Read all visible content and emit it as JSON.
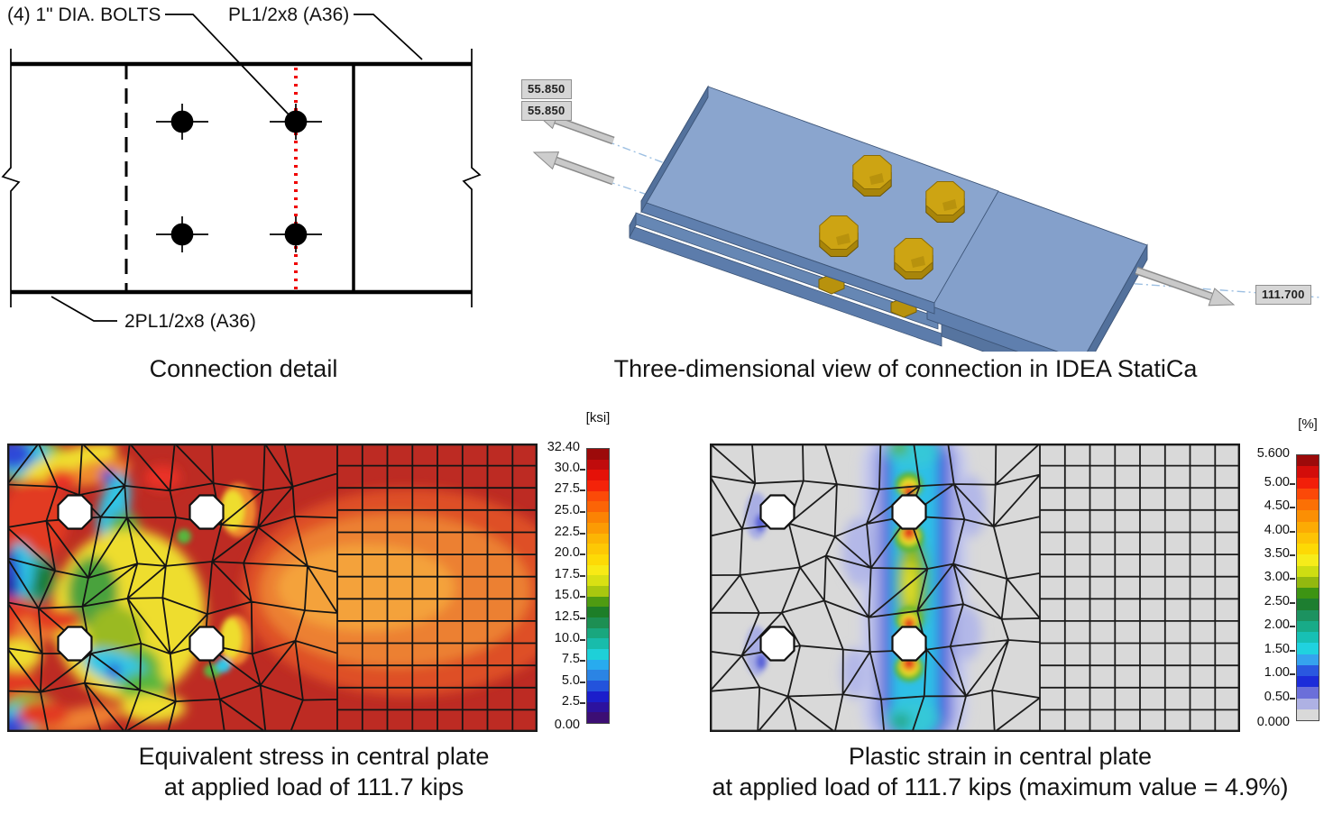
{
  "panels": {
    "detail": {
      "caption": "Connection detail",
      "labels": {
        "bolts": "(4) 1\" DIA. BOLTS",
        "top_plate": "PL1/2x8 (A36)",
        "bottom_plate": "2PL1/2x8 (A36)"
      },
      "colors": {
        "centerline_red": "#f00000",
        "line_black": "#000000"
      }
    },
    "view3d": {
      "caption": "Three-dimensional view of connection in IDEA StatiCa",
      "loads": [
        "55.850",
        "55.850",
        "111.700"
      ],
      "colors": {
        "plate_blue": "#8aa5ce",
        "plate_side": "#5f7fae",
        "bolt_gold": "#cda413",
        "guide_line": "#9cbfe2"
      }
    },
    "stress": {
      "caption_line1": "Equivalent stress in central plate",
      "caption_line2": "at applied load of 111.7 kips",
      "colorbar": {
        "unit": "[ksi]",
        "max": 32.4,
        "max_label": "32.40",
        "min_label": "0.00",
        "ticks": [
          {
            "value": 30,
            "label": "30.0"
          },
          {
            "value": 27.5,
            "label": "27.5"
          },
          {
            "value": 25,
            "label": "25.0"
          },
          {
            "value": 22.5,
            "label": "22.5"
          },
          {
            "value": 20,
            "label": "20.0"
          },
          {
            "value": 17.5,
            "label": "17.5"
          },
          {
            "value": 15,
            "label": "15.0"
          },
          {
            "value": 12.5,
            "label": "12.5"
          },
          {
            "value": 10,
            "label": "10.0"
          },
          {
            "value": 7.5,
            "label": "7.5"
          },
          {
            "value": 5,
            "label": "5.0"
          },
          {
            "value": 2.5,
            "label": "2.5"
          }
        ],
        "colors": [
          "#9c0a0a",
          "#c00c0c",
          "#e51108",
          "#f42309",
          "#fb4a08",
          "#fb6406",
          "#fb8304",
          "#fc9b04",
          "#fcb504",
          "#fdc805",
          "#fdda06",
          "#f8ea15",
          "#d9e013",
          "#a9c70f",
          "#4f9b12",
          "#1d7e28",
          "#1d8f53",
          "#19a77e",
          "#18bcab",
          "#1ed0d8",
          "#28abef",
          "#2b84e4",
          "#2353dc",
          "#1b1ecb",
          "#2c129e",
          "#3c0e74"
        ]
      }
    },
    "strain": {
      "caption_line1": "Plastic strain in central plate",
      "caption_line2": "at applied load of 111.7 kips (maximum value = 4.9%)",
      "colorbar": {
        "unit": "[%]",
        "max": 5.6,
        "max_label": "5.600",
        "min_label": "0.000",
        "ticks": [
          {
            "value": 5,
            "label": "5.00"
          },
          {
            "value": 4.5,
            "label": "4.50"
          },
          {
            "value": 4,
            "label": "4.00"
          },
          {
            "value": 3.5,
            "label": "3.50"
          },
          {
            "value": 3,
            "label": "3.00"
          },
          {
            "value": 2.5,
            "label": "2.50"
          },
          {
            "value": 2,
            "label": "2.00"
          },
          {
            "value": 1.5,
            "label": "1.50"
          },
          {
            "value": 1,
            "label": "1.00"
          },
          {
            "value": 0.5,
            "label": "0.50"
          }
        ],
        "colors": [
          "#9c0a0a",
          "#d30d0a",
          "#f21f09",
          "#fb4908",
          "#fb7005",
          "#fb8f04",
          "#fcab04",
          "#fdc305",
          "#fdd905",
          "#f6ec1a",
          "#cedd12",
          "#93b80f",
          "#3d9413",
          "#1d7e30",
          "#1c9260",
          "#18ab88",
          "#17c0b4",
          "#20d2df",
          "#35a3ee",
          "#2a58e0",
          "#1c2cd9",
          "#6b6fd9",
          "#aeb1e3",
          "#d9d9d9"
        ]
      }
    }
  }
}
